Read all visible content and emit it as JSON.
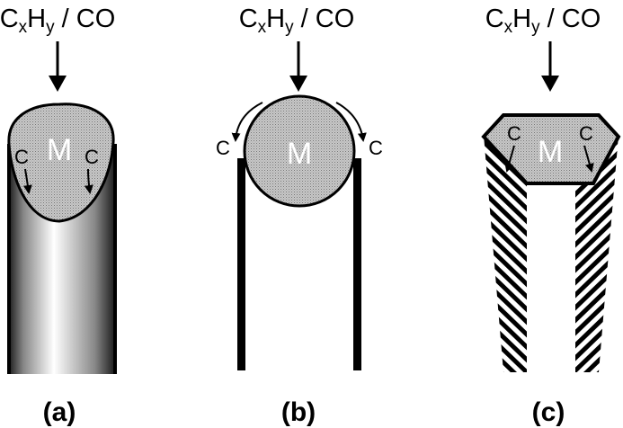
{
  "panels": [
    {
      "id": "a",
      "gas_prefix": "C",
      "gas_sub1": "x",
      "gas_mid": "H",
      "gas_sub2": "y",
      "gas_suffix": " / CO",
      "metal": "M",
      "carbon_left": "C",
      "carbon_right": "C",
      "caption": "(a)"
    },
    {
      "id": "b",
      "gas_prefix": "C",
      "gas_sub1": "x",
      "gas_mid": "H",
      "gas_sub2": "y",
      "gas_suffix": " / CO",
      "metal": "M",
      "carbon_left": "C",
      "carbon_right": "C",
      "caption": "(b)"
    },
    {
      "id": "c",
      "gas_prefix": "C",
      "gas_sub1": "x",
      "gas_mid": "H",
      "gas_sub2": "y",
      "gas_suffix": " / CO",
      "metal": "M",
      "carbon_left": "C",
      "carbon_right": "C",
      "caption": "(c)"
    }
  ],
  "colors": {
    "particle_fill": "#bdbdbd",
    "ink": "#000000",
    "background": "#ffffff"
  }
}
